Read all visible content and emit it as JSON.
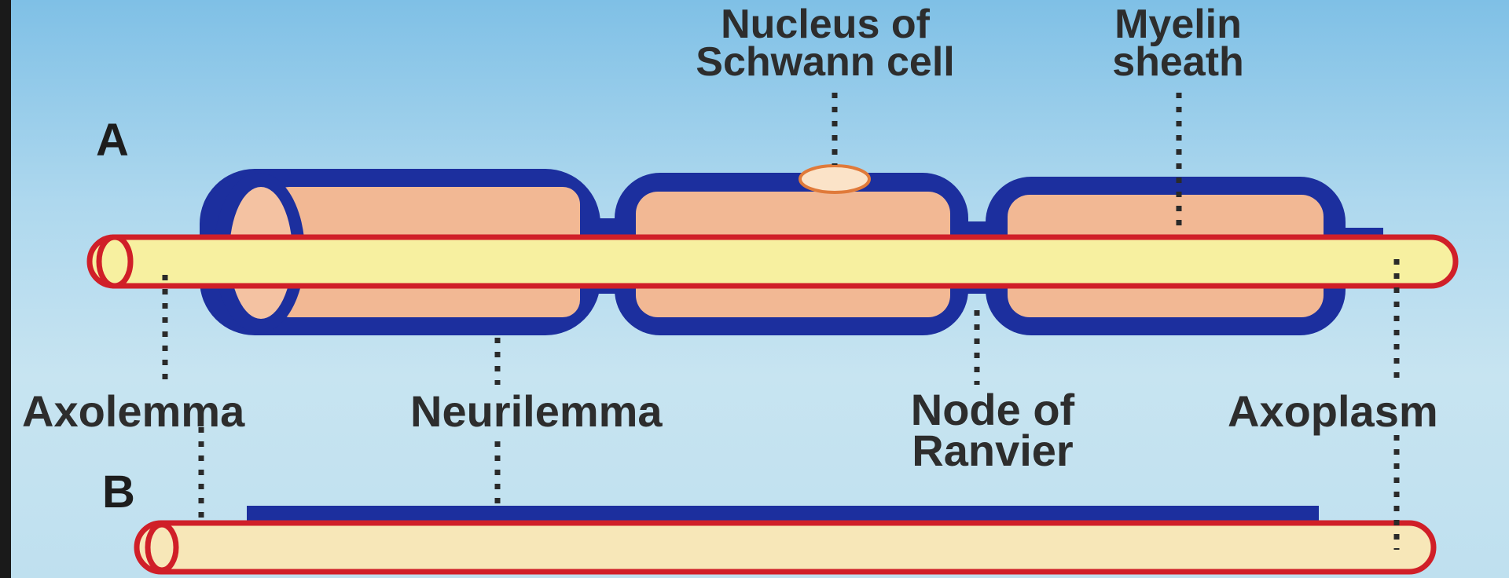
{
  "diagram": {
    "figures": [
      {
        "id": "A",
        "label": "A"
      },
      {
        "id": "B",
        "label": "B"
      }
    ],
    "labels": {
      "nucleus_line1": "Nucleus of",
      "nucleus_line2": "Schwann cell",
      "myelin_line1": "Myelin",
      "myelin_line2": "sheath",
      "axolemma": "Axolemma",
      "neurilemma": "Neurilemma",
      "node_line1": "Node of",
      "node_line2": "Ranvier",
      "axoplasm": "Axoplasm"
    },
    "colors": {
      "background": "#aed8ee",
      "neurilemma": "#1c2f9e",
      "myelin": "#f2b894",
      "axon_fill": "#f7f0a0",
      "axolemma": "#d01f28",
      "nucleus": "#fbe3c8",
      "leader": "#2a2a2a"
    }
  }
}
